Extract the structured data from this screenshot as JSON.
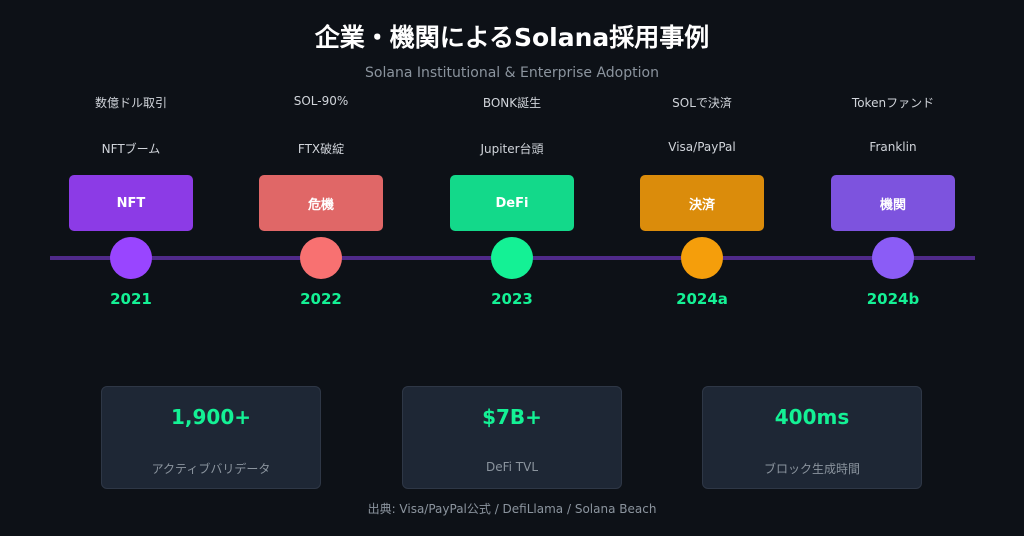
{
  "title": "企業・機関によるSolana採用事例",
  "subtitle": "Solana Institutional & Enterprise Adoption",
  "milestones": [
    {
      "detail": "数億ドル取引",
      "event": "NFTブーム",
      "tag": "NFT",
      "year": "2021",
      "box_color": "#8c3be6",
      "dot_color": "#9945ff"
    },
    {
      "detail": "SOL-90%",
      "event": "FTX破綻",
      "tag": "危機",
      "year": "2022",
      "box_color": "#e06767",
      "dot_color": "#f87171"
    },
    {
      "detail": "BONK誕生",
      "event": "Jupiter台頭",
      "tag": "DeFi",
      "year": "2023",
      "box_color": "#13d98a",
      "dot_color": "#14f195"
    },
    {
      "detail": "SOLで決済",
      "event": "Visa/PayPal",
      "tag": "決済",
      "year": "2024a",
      "box_color": "#db8c0b",
      "dot_color": "#f59e0b"
    },
    {
      "detail": "Tokenファンド",
      "event": "Franklin",
      "tag": "機関",
      "year": "2024b",
      "box_color": "#7d53de",
      "dot_color": "#8b5cf6"
    }
  ],
  "stats": [
    {
      "value": "1,900+",
      "label": "アクティブバリデータ"
    },
    {
      "value": "$7B+",
      "label": "DeFi TVL"
    },
    {
      "value": "400ms",
      "label": "ブロック生成時間"
    }
  ],
  "footer": "出典: Visa/PayPal公式 / DefiLlama / Solana Beach"
}
